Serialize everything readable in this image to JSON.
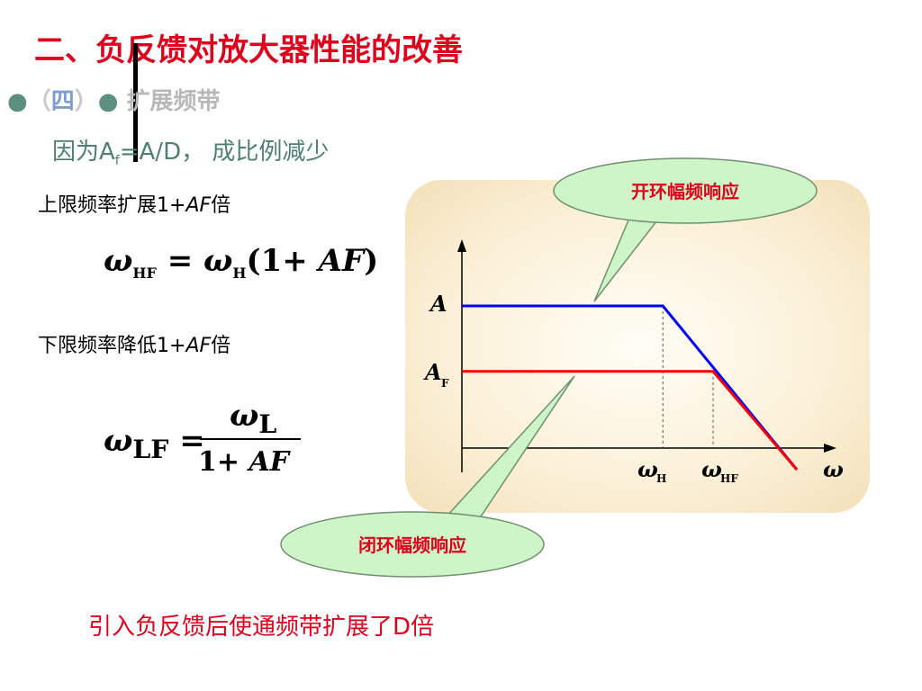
{
  "title": "二、负反馈对放大器性能的改善",
  "subhead": {
    "bullet_left": "●",
    "number_open": "（",
    "number": "四",
    "number_close": "）",
    "bullet_right": "●",
    "text": "扩展频带"
  },
  "because": {
    "prefix": "因为A",
    "sub": "f",
    "suffix": "=A/D，  成比例减少"
  },
  "upper": {
    "text_before": "上限频率扩展1+",
    "af": "AF",
    "text_after": "倍"
  },
  "lower": {
    "text_before": "下限频率降低1+",
    "af": "AF",
    "text_after": "倍"
  },
  "formula_hf": {
    "omega": "ω",
    "sub_hf": "HF",
    "eq": " = ",
    "sub_h": "H",
    "paren_open": "(1+ ",
    "af": "AF",
    "paren_close": ")"
  },
  "formula_lf": {
    "omega": "ω",
    "sub_lf": "LF",
    "eq": " = ",
    "sub_l": "L",
    "den_one": "1+ ",
    "af": "AF"
  },
  "conclusion": "引入负反馈后使通频带扩展了D倍",
  "colors": {
    "title": "#e0001c",
    "open_loop": "#0000ff",
    "closed_loop": "#ff0000",
    "callout_fill": "#cdf5c8"
  },
  "chart_data": {
    "type": "line",
    "y_labels": {
      "A": "A",
      "AF_main": "A",
      "AF_sub": "F"
    },
    "x_labels": {
      "omega": "ω",
      "omega_h_sub": "H",
      "omega_hf_sub": "HF"
    },
    "series": [
      {
        "name": "开环幅频响应",
        "color": "#0000ff",
        "points": [
          [
            0,
            1.0
          ],
          [
            0.6,
            1.0
          ],
          [
            1.0,
            0.0
          ]
        ]
      },
      {
        "name": "闭环幅频响应",
        "color": "#ff0000",
        "points": [
          [
            0,
            0.6
          ],
          [
            0.75,
            0.6
          ],
          [
            1.0,
            0.0
          ]
        ]
      }
    ],
    "callouts": {
      "open": "开环幅频响应",
      "closed": "闭环幅频响应"
    }
  }
}
